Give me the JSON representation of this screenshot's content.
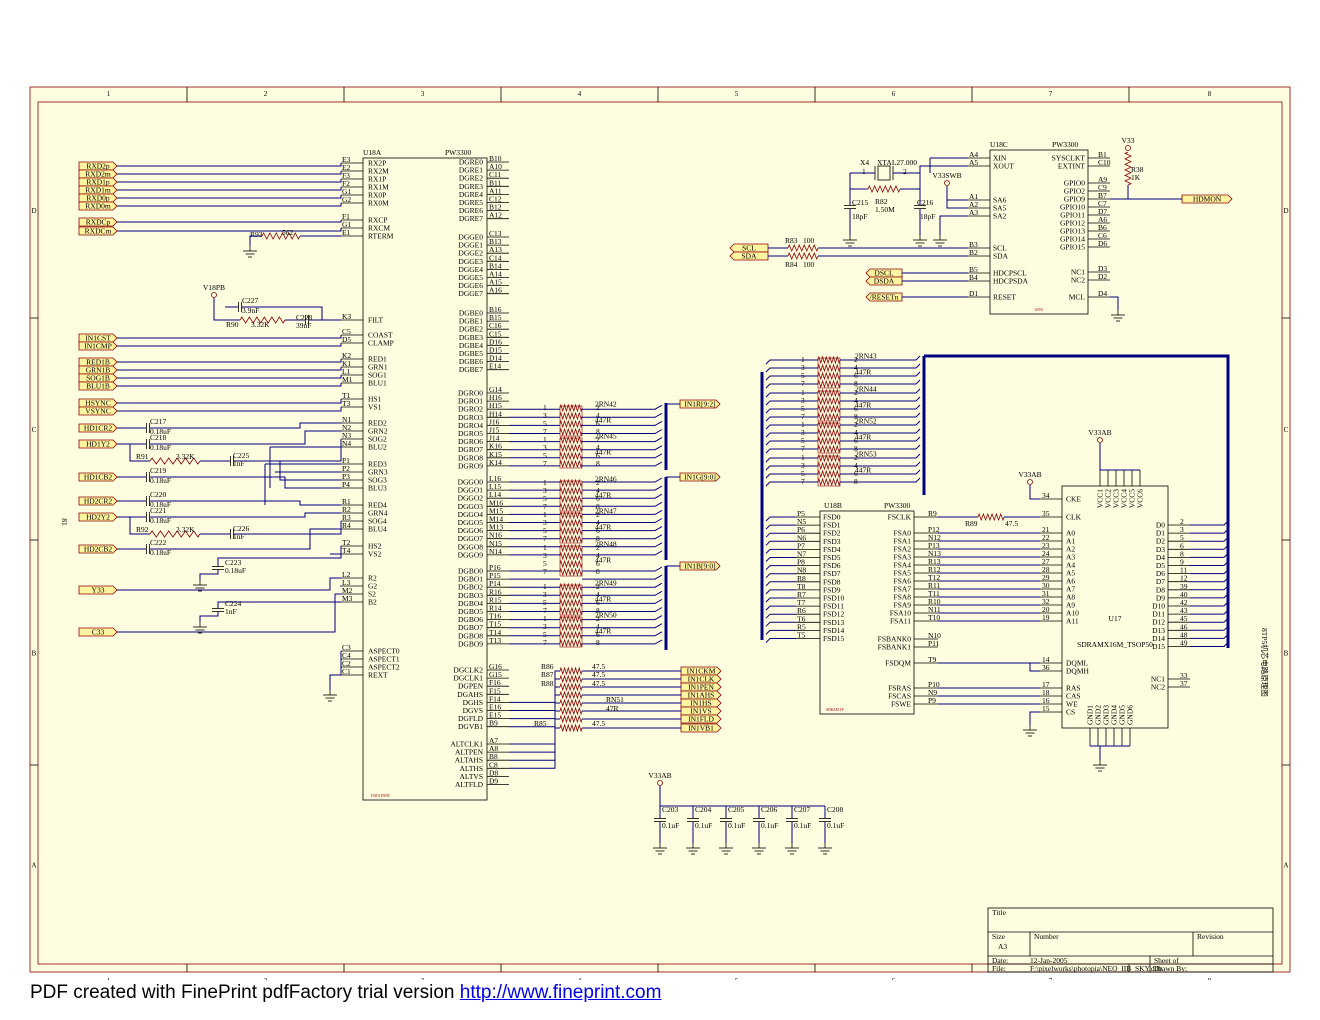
{
  "sheet_number": "81",
  "title_vertical": "8TP5机芯电路原理图",
  "grid_cols": [
    "1",
    "2",
    "3",
    "4",
    "5",
    "6",
    "7",
    "8"
  ],
  "grid_rows": [
    "D",
    "C",
    "B",
    "A"
  ],
  "u18a": {
    "ref": "U18A",
    "part": "PW3300",
    "footer": "DATA PATH",
    "left_pins": [
      [
        "E3",
        "RX2P"
      ],
      [
        "E2",
        "RX2M"
      ],
      [
        "F3",
        "RX1P"
      ],
      [
        "F2",
        "RX1M"
      ],
      [
        "G1",
        "RX0P"
      ],
      [
        "G2",
        "RX0M"
      ],
      [
        "F1",
        "RXCP"
      ],
      [
        "G1",
        "RXCM"
      ],
      [
        "E1",
        "RTERM"
      ],
      [
        "K3",
        "FILT"
      ],
      [
        "C5",
        "COAST"
      ],
      [
        "D5",
        "CLAMP"
      ],
      [
        "K2",
        "RED1"
      ],
      [
        "K1",
        "GRN1"
      ],
      [
        "L1",
        "SOG1"
      ],
      [
        "M1",
        "BLU1"
      ],
      [
        "T1",
        "HS1"
      ],
      [
        "T3",
        "VS1"
      ],
      [
        "N1",
        "RED2"
      ],
      [
        "N2",
        "GRN2"
      ],
      [
        "N3",
        "SOG2"
      ],
      [
        "N4",
        "BLU2"
      ],
      [
        "P1",
        "RED3"
      ],
      [
        "P2",
        "GRN3"
      ],
      [
        "P3",
        "SOG3"
      ],
      [
        "P4",
        "BLU3"
      ],
      [
        "R1",
        "RED4"
      ],
      [
        "R2",
        "GRN4"
      ],
      [
        "R3",
        "SOG4"
      ],
      [
        "R4",
        "BLU4"
      ],
      [
        "T2",
        "HS2"
      ],
      [
        "T4",
        "VS2"
      ],
      [
        "L2",
        "R2"
      ],
      [
        "L3",
        "G2"
      ],
      [
        "M2",
        "S2"
      ],
      [
        "M3",
        "B2"
      ],
      [
        "C3",
        "ASPECT0"
      ],
      [
        "C4",
        "ASPECT1"
      ],
      [
        "C2",
        "ASPECT2"
      ],
      [
        "C1",
        "REXT"
      ]
    ],
    "right_pins": [
      [
        "B10",
        "DGRE0"
      ],
      [
        "A10",
        "DGRE1"
      ],
      [
        "C11",
        "DGRE2"
      ],
      [
        "B11",
        "DGRE3"
      ],
      [
        "A11",
        "DGRE4"
      ],
      [
        "C12",
        "DGRE5"
      ],
      [
        "B12",
        "DGRE6"
      ],
      [
        "A12",
        "DGRE7"
      ],
      [
        "C13",
        "DGGE0"
      ],
      [
        "B13",
        "DGGE1"
      ],
      [
        "A13",
        "DGGE2"
      ],
      [
        "C14",
        "DGGE3"
      ],
      [
        "B14",
        "DGGE4"
      ],
      [
        "A14",
        "DGGE5"
      ],
      [
        "A15",
        "DGGE6"
      ],
      [
        "A16",
        "DGGE7"
      ],
      [
        "B16",
        "DGBE0"
      ],
      [
        "B15",
        "DGBE1"
      ],
      [
        "C16",
        "DGBE2"
      ],
      [
        "C15",
        "DGBE3"
      ],
      [
        "D16",
        "DGBE4"
      ],
      [
        "D15",
        "DGBE5"
      ],
      [
        "D14",
        "DGBE6"
      ],
      [
        "E14",
        "DGBE7"
      ],
      [
        "G14",
        "DGRO0"
      ],
      [
        "H16",
        "DGRO1"
      ],
      [
        "H15",
        "DGRO2"
      ],
      [
        "H14",
        "DGRO3"
      ],
      [
        "J16",
        "DGRO4"
      ],
      [
        "J15",
        "DGRO5"
      ],
      [
        "J14",
        "DGRO6"
      ],
      [
        "K16",
        "DGRO7"
      ],
      [
        "K15",
        "DGRO8"
      ],
      [
        "K14",
        "DGRO9"
      ],
      [
        "L16",
        "DGGO0"
      ],
      [
        "L15",
        "DGGO1"
      ],
      [
        "L14",
        "DGGO2"
      ],
      [
        "M16",
        "DGGO3"
      ],
      [
        "M15",
        "DGGO4"
      ],
      [
        "M14",
        "DGGO5"
      ],
      [
        "M13",
        "DGGO6"
      ],
      [
        "N16",
        "DGGO7"
      ],
      [
        "N15",
        "DGGO8"
      ],
      [
        "N14",
        "DGGO9"
      ],
      [
        "P16",
        "DGBO0"
      ],
      [
        "P15",
        "DGBO1"
      ],
      [
        "P14",
        "DGBO2"
      ],
      [
        "R16",
        "DGBO3"
      ],
      [
        "R15",
        "DGBO4"
      ],
      [
        "R14",
        "DGBO5"
      ],
      [
        "T16",
        "DGBO6"
      ],
      [
        "T15",
        "DGBO7"
      ],
      [
        "T14",
        "DGBO8"
      ],
      [
        "T13",
        "DGBO9"
      ],
      [
        "G16",
        "DGCLK2"
      ],
      [
        "G15",
        "DGCLK1"
      ],
      [
        "F16",
        "DGPEN"
      ],
      [
        "F15",
        "DGAHS"
      ],
      [
        "F14",
        "DGHS"
      ],
      [
        "E16",
        "DGVS"
      ],
      [
        "E15",
        "DGFLD"
      ],
      [
        "B9",
        "DGVB1"
      ],
      [
        "A7",
        "ALTCLK1"
      ],
      [
        "A8",
        "ALTPEN"
      ],
      [
        "B8",
        "ALTAHS"
      ],
      [
        "C8",
        "ALTHS"
      ],
      [
        "D8",
        "ALTVS"
      ],
      [
        "D9",
        "ALTFLD"
      ]
    ]
  },
  "input_flags": [
    "RXD2p",
    "RXD2m",
    "RXD1p",
    "RXD1m",
    "RXD0p",
    "RXD0m",
    "RXDCp",
    "RXDCm",
    "IN1CST",
    "IN1CMP",
    "RED1B",
    "GRN1B",
    "SOG1B",
    "BLU1B",
    "HSYNC",
    "VSYNC",
    "HD1CR2",
    "HD1Y2",
    "HD1CB2",
    "HD2CR2",
    "HD2Y2",
    "HD2CB2",
    "Y33",
    "C33"
  ],
  "components_left": {
    "r93": [
      "R93",
      "562"
    ],
    "v18pb": "V18PB",
    "c227": [
      "C227",
      "3.9nF"
    ],
    "r90": [
      "R90",
      "3.32K"
    ],
    "c228": [
      "C228",
      "39nF"
    ],
    "c217": [
      "C217",
      "0.18uF"
    ],
    "c218": [
      "C218",
      "0.18uF"
    ],
    "r91": [
      "R91",
      "3.32K"
    ],
    "c225": [
      "C225",
      "1nF"
    ],
    "c219": [
      "C219",
      "0.18uF"
    ],
    "c220": [
      "C220",
      "0.18uF"
    ],
    "c221": [
      "C221",
      "0.18uF"
    ],
    "r92": [
      "R92",
      "3.32K"
    ],
    "c226": [
      "C226",
      "1nF"
    ],
    "c222": [
      "C222",
      "0.18uF"
    ],
    "c223": [
      "C223",
      "0.18uF"
    ],
    "c224": [
      "C224",
      "1nF"
    ]
  },
  "rn_mid": [
    [
      "2RN42",
      "447R"
    ],
    [
      "2RN45",
      "447R"
    ],
    [
      "2RN46",
      "447R"
    ],
    [
      "2RN47",
      "447R"
    ],
    [
      "2RN48",
      "447R"
    ],
    [
      "2RN49",
      "447R"
    ],
    [
      "2RN50",
      "447R"
    ]
  ],
  "out_flags_mid": [
    "IN1R[9:2]",
    "IN1G[9:0]",
    "IN1B[9:0]"
  ],
  "ctrl_res": [
    [
      "R86",
      "47.5"
    ],
    [
      "R87",
      "47.5"
    ],
    [
      "R88",
      "47.5"
    ],
    [
      "RN51",
      "47R"
    ],
    [
      "R85",
      "47.5"
    ]
  ],
  "ctrl_flags": [
    "IN1CKM",
    "IN1CLK",
    "IN1PEN",
    "IN1AHS",
    "IN1HS",
    "IN1VS",
    "IN1FLD",
    "IN1VB1"
  ],
  "decoupling": {
    "rail": "V33AB",
    "caps": [
      [
        "C203",
        "0.1uF"
      ],
      [
        "C204",
        "0.1uF"
      ],
      [
        "C205",
        "0.1uF"
      ],
      [
        "C206",
        "0.1uF"
      ],
      [
        "C207",
        "0.1uF"
      ],
      [
        "C208",
        "0.1uF"
      ]
    ]
  },
  "u18c": {
    "ref": "U18C",
    "part": "PW3300",
    "footer": "GPIO",
    "left_pins": [
      [
        "A4",
        "XIN"
      ],
      [
        "A5",
        "XOUT"
      ],
      [
        "A1",
        "SA6"
      ],
      [
        "A2",
        "SA5"
      ],
      [
        "A3",
        "SA2"
      ],
      [
        "B3",
        "SCL"
      ],
      [
        "B2",
        "SDA"
      ],
      [
        "B5",
        "HDCPSCL"
      ],
      [
        "B4",
        "HDCPSDA"
      ],
      [
        "D1",
        "RESET"
      ]
    ],
    "right_pins": [
      [
        "B1",
        "SYSCLKT"
      ],
      [
        "C10",
        "EXTINT"
      ],
      [
        "A9",
        "GPIO0"
      ],
      [
        "C9",
        "GPIO2"
      ],
      [
        "B7",
        "GPIO9"
      ],
      [
        "C7",
        "GPIO10"
      ],
      [
        "D7",
        "GPIO11"
      ],
      [
        "A6",
        "GPIO12"
      ],
      [
        "B6",
        "GPIO13"
      ],
      [
        "C6",
        "GPIO14"
      ],
      [
        "D6",
        "GPIO15"
      ],
      [
        "D3",
        "NC1"
      ],
      [
        "D2",
        "NC2"
      ],
      [
        "D4",
        "MCL"
      ]
    ]
  },
  "clock": {
    "x4": "X4",
    "xtal": "XTAL27.000",
    "r82": [
      "R82",
      "1.50M"
    ],
    "c215": [
      "C215",
      "18pF"
    ],
    "c216": [
      "C216",
      "18pF"
    ],
    "v33swb": "V33SWB"
  },
  "v33": "V33",
  "r38": [
    "R38",
    "1K"
  ],
  "i2c": {
    "r83": [
      "R83",
      "100"
    ],
    "r84": [
      "R84",
      "100"
    ]
  },
  "right_flags": [
    "HDMON",
    "SCL",
    "SDA",
    "DSCL",
    "DSDA",
    "/RESETn"
  ],
  "rn_right": [
    [
      "2RN43",
      "447R"
    ],
    [
      "2RN44",
      "447R"
    ],
    [
      "2RN52",
      "447R"
    ],
    [
      "2RN53",
      "447R"
    ]
  ],
  "u18b": {
    "ref": "U18B",
    "part": "PW3300",
    "footer": "SDRAM I/F",
    "left_pins": [
      [
        "P5",
        "FSD0"
      ],
      [
        "N5",
        "FSD1"
      ],
      [
        "P6",
        "FSD2"
      ],
      [
        "N6",
        "FSD3"
      ],
      [
        "P7",
        "FSD4"
      ],
      [
        "N7",
        "FSD5"
      ],
      [
        "P8",
        "FSD6"
      ],
      [
        "N8",
        "FSD7"
      ],
      [
        "R8",
        "FSD8"
      ],
      [
        "T8",
        "FSD9"
      ],
      [
        "R7",
        "FSD10"
      ],
      [
        "T7",
        "FSD11"
      ],
      [
        "R6",
        "FSD12"
      ],
      [
        "T6",
        "FSD13"
      ],
      [
        "R5",
        "FSD14"
      ],
      [
        "T5",
        "FSD15"
      ]
    ],
    "right_pins": [
      [
        "R9",
        "FSCLK"
      ],
      [
        "P12",
        "FSA0"
      ],
      [
        "N12",
        "FSA1"
      ],
      [
        "P13",
        "FSA2"
      ],
      [
        "N13",
        "FSA3"
      ],
      [
        "R13",
        "FSA4"
      ],
      [
        "R12",
        "FSA5"
      ],
      [
        "T12",
        "FSA6"
      ],
      [
        "R11",
        "FSA7"
      ],
      [
        "T11",
        "FSA8"
      ],
      [
        "R10",
        "FSA9"
      ],
      [
        "N11",
        "FSA10"
      ],
      [
        "T10",
        "FSA11"
      ],
      [
        "N10",
        "FSBANK0"
      ],
      [
        "P11",
        "FSBANK1"
      ],
      [
        "T9",
        "FSDQM"
      ],
      [
        "P10",
        "FSRAS"
      ],
      [
        "N9",
        "FSCAS"
      ],
      [
        "P9",
        "FSWE"
      ]
    ]
  },
  "r89": [
    "R89",
    "47.5"
  ],
  "u17": {
    "ref": "U17",
    "part": "SDRAMX16M_TSOP50",
    "rail": "V33AB",
    "left_pins": [
      [
        "34",
        "CKE"
      ],
      [
        "35",
        "CLK"
      ],
      [
        "21",
        "A0"
      ],
      [
        "22",
        "A1"
      ],
      [
        "23",
        "A2"
      ],
      [
        "24",
        "A3"
      ],
      [
        "27",
        "A4"
      ],
      [
        "28",
        "A5"
      ],
      [
        "29",
        "A6"
      ],
      [
        "30",
        "A7"
      ],
      [
        "31",
        "A8"
      ],
      [
        "32",
        "A9"
      ],
      [
        "20",
        "A10"
      ],
      [
        "19",
        "A11"
      ],
      [
        "14",
        "DQML"
      ],
      [
        "36",
        "DQMH"
      ],
      [
        "17",
        "RAS"
      ],
      [
        "18",
        "CAS"
      ],
      [
        "16",
        "WE"
      ],
      [
        "15",
        "CS"
      ]
    ],
    "right_pins": [
      [
        "2",
        "D0"
      ],
      [
        "3",
        "D1"
      ],
      [
        "5",
        "D2"
      ],
      [
        "6",
        "D3"
      ],
      [
        "8",
        "D4"
      ],
      [
        "9",
        "D5"
      ],
      [
        "11",
        "D6"
      ],
      [
        "12",
        "D7"
      ],
      [
        "39",
        "D8"
      ],
      [
        "40",
        "D9"
      ],
      [
        "42",
        "D10"
      ],
      [
        "43",
        "D11"
      ],
      [
        "45",
        "D12"
      ],
      [
        "46",
        "D13"
      ],
      [
        "48",
        "D14"
      ],
      [
        "49",
        "D15"
      ],
      [
        "33",
        "NC1"
      ],
      [
        "37",
        "NC2"
      ]
    ],
    "top_pins": [
      "VCC1",
      "VCC2",
      "VCC3",
      "VCC4",
      "VCC5",
      "VCC6"
    ],
    "bottom_pins": [
      "GND1",
      "GND2",
      "GND3",
      "GND4",
      "GND5",
      "GND6"
    ]
  },
  "title_block": {
    "title_label": "Title",
    "size_label": "Size",
    "size": "A3",
    "number_label": "Number",
    "revision_label": "Revision",
    "date_label": "Date:",
    "date": "12-Jan-2005",
    "sheet_label": "Sheet  of",
    "file_label": "File:",
    "file": "F:\\pixelworks\\photopia\\NEO_IIB_SKY.ddb",
    "drawn_label": "Drawn By:"
  },
  "footer": {
    "text": "PDF created with FinePrint pdfFactory trial version ",
    "link": "http://www.fineprint.com"
  }
}
